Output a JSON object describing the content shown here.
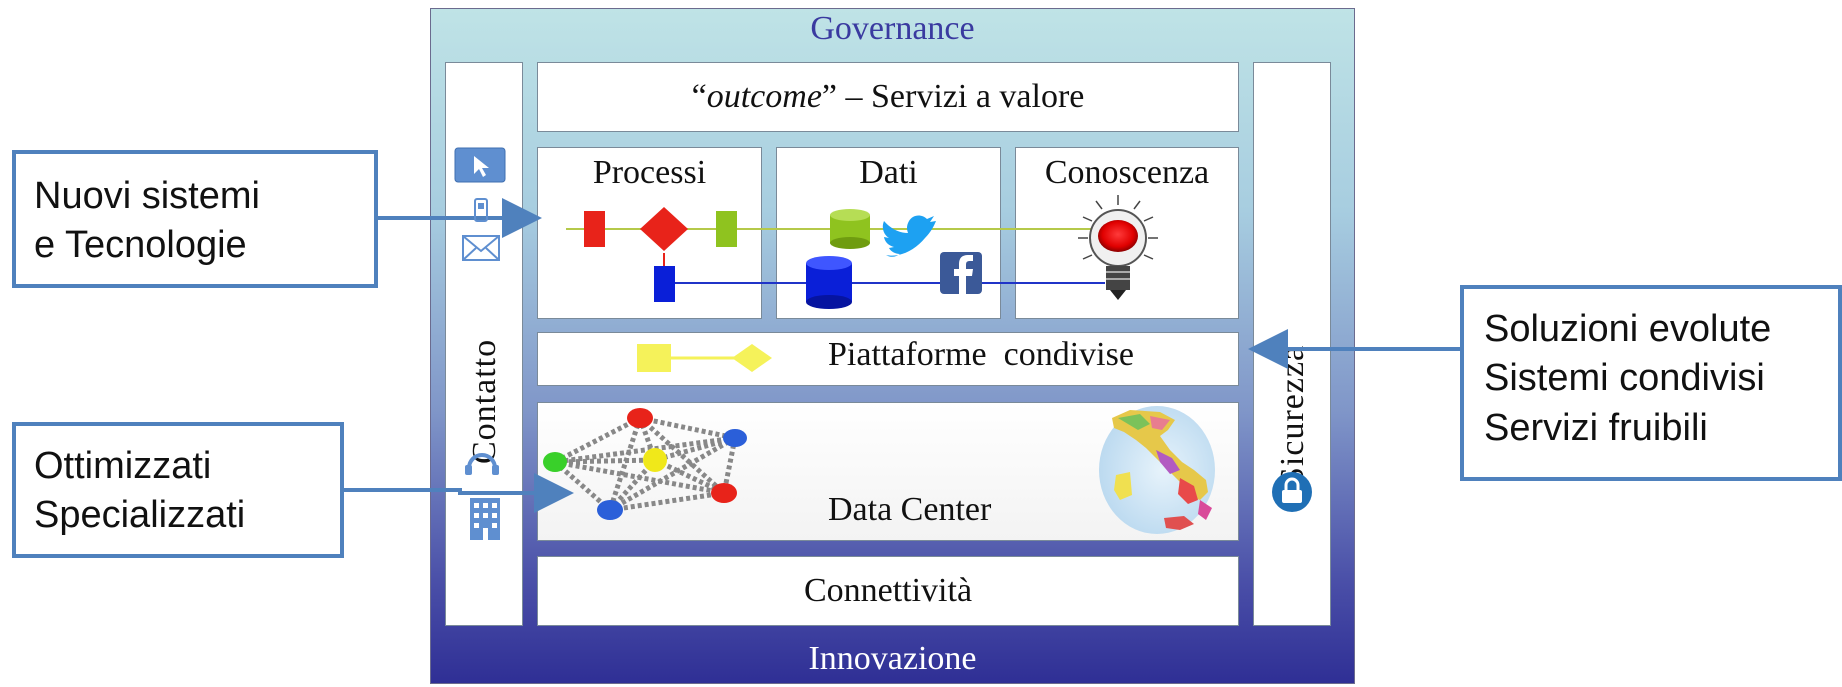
{
  "header": {
    "title": "Governance"
  },
  "footer": {
    "title": "Innovazione"
  },
  "left_column": {
    "label": "Contatto"
  },
  "right_column": {
    "label": "Sicurezza"
  },
  "outcome": {
    "prefix": "“",
    "emphasis": "outcome",
    "suffix": "” – Servizi a valore"
  },
  "cells": {
    "processi": "Processi",
    "dati": "Dati",
    "conoscenza": "Conoscenza"
  },
  "platforms": {
    "label": "Piattaforme  condivise"
  },
  "datacenter": {
    "label": "Data Center"
  },
  "connectivity": {
    "label": "Connettività"
  },
  "callouts": {
    "nuovi": [
      "Nuovi sistemi",
      "e Tecnologie"
    ],
    "ottimizzati": [
      "Ottimizzati",
      "Specializzati"
    ],
    "soluzioni": [
      "Soluzioni evolute",
      "Sistemi condivisi",
      "Servizi fruibili"
    ]
  },
  "colors": {
    "accent": "#4f81bd",
    "red": "#e8231a",
    "green": "#8fc31f",
    "blue": "#0a1fd8",
    "yellow": "#f5f25a"
  }
}
